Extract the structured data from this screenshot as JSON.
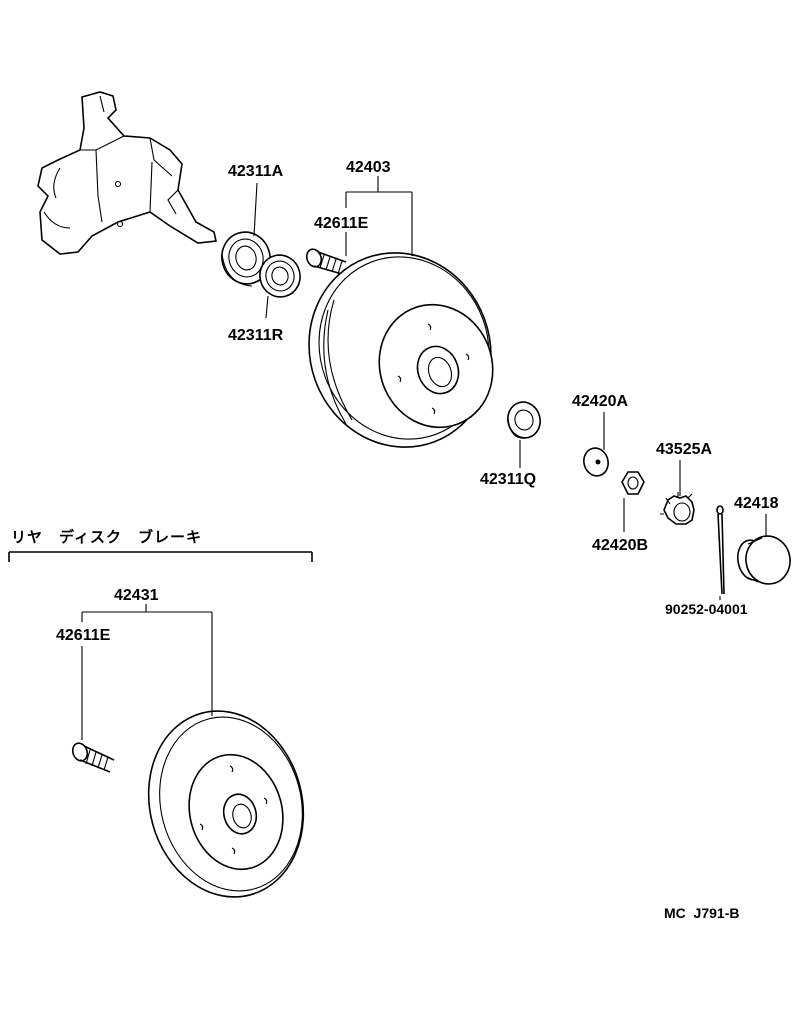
{
  "labels": {
    "p42311A": "42311A",
    "p42403": "42403",
    "p42611E_top": "42611E",
    "p42311R": "42311R",
    "p42311Q": "42311Q",
    "p42420A": "42420A",
    "p43525A": "43525A",
    "p42420B": "42420B",
    "p42418": "42418",
    "p90252": "90252-04001",
    "p42431": "42431",
    "p42611E_bottom": "42611E"
  },
  "section_title": "リヤ　ディスク　ブレーキ",
  "diagram_code": "MC  J791-B"
}
